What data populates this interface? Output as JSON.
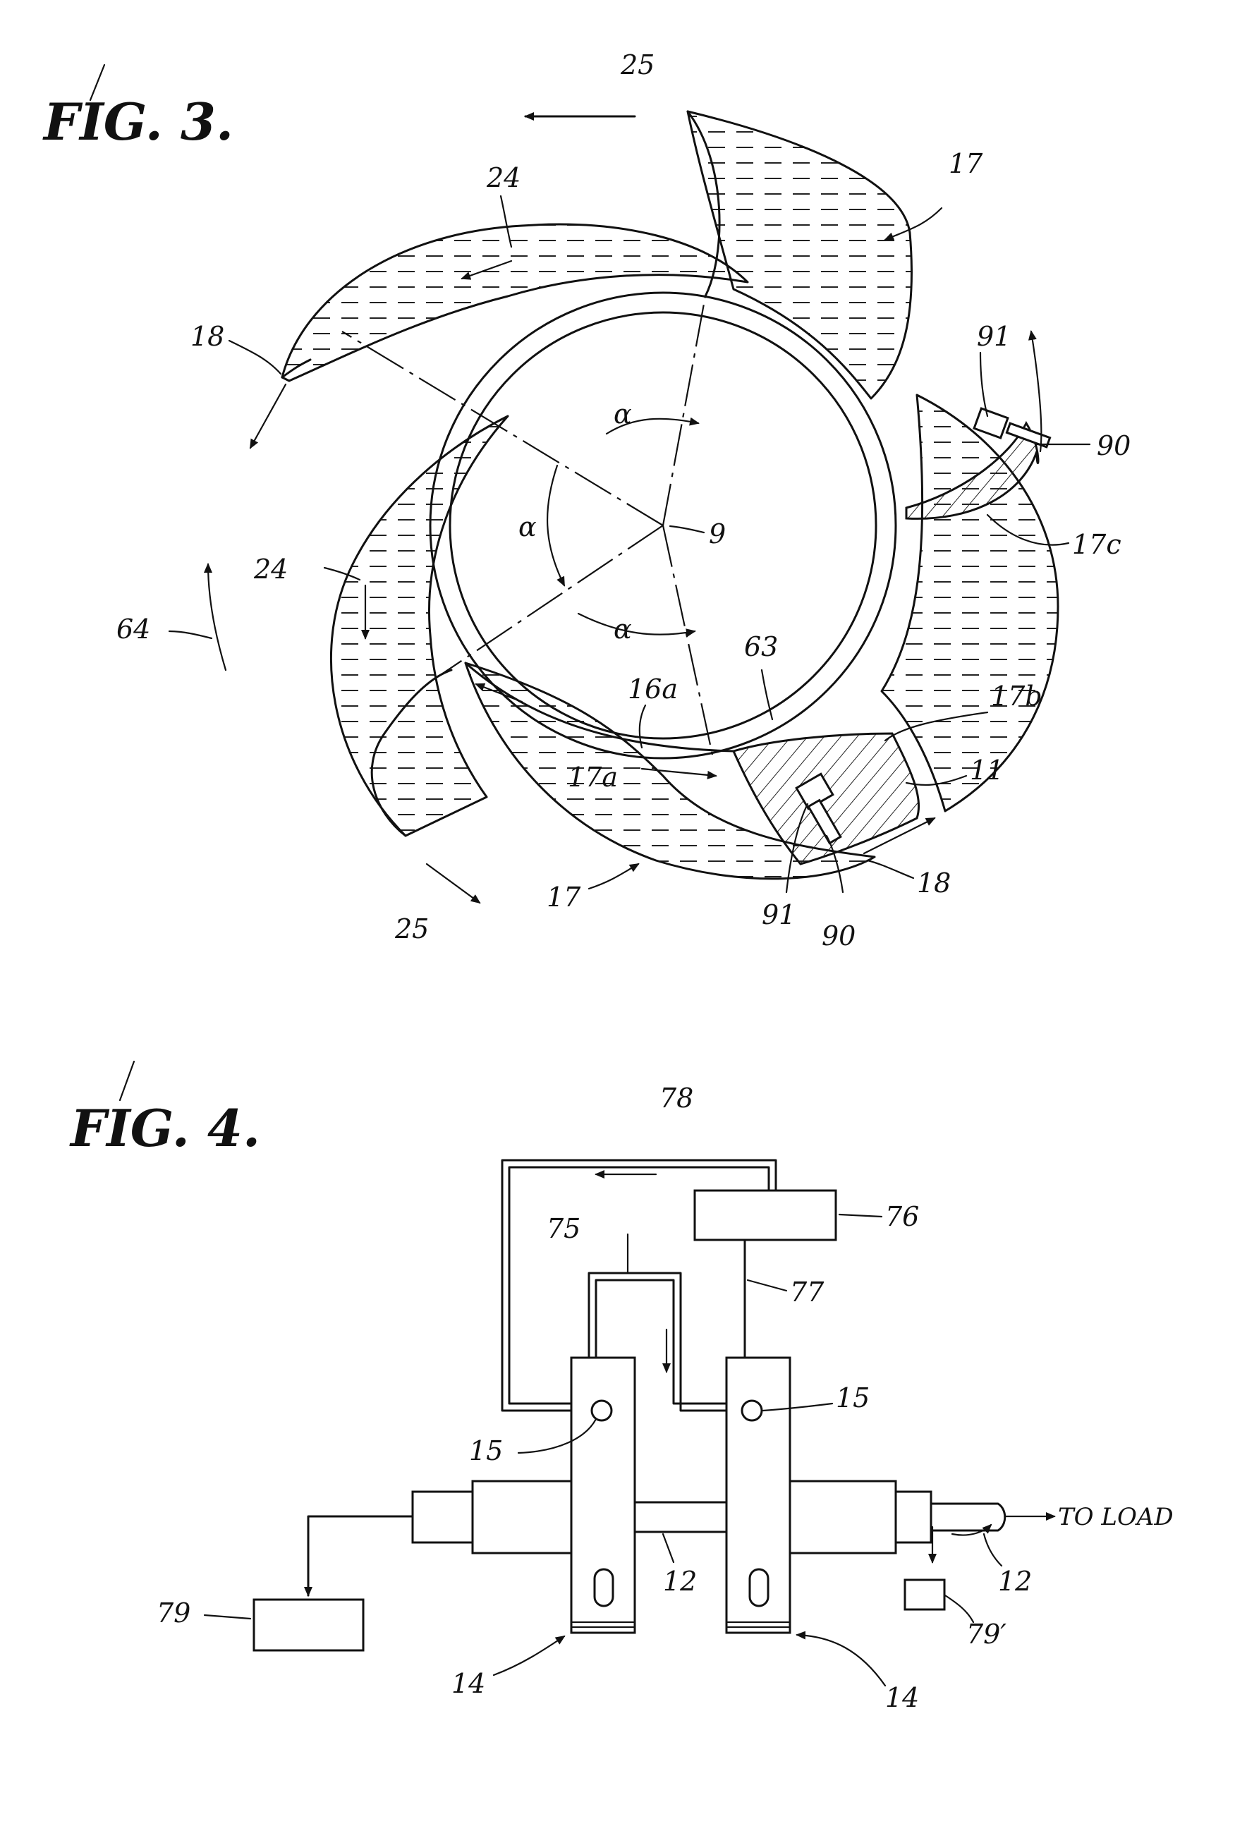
{
  "fig3": {
    "title": "FIG. 3.",
    "labels": {
      "l25_top": "25",
      "l17_top": "17",
      "l24_top": "24",
      "l18_left": "18",
      "l91_right": "91",
      "l90_right": "90",
      "alpha_top": "α",
      "alpha_left": "α",
      "alpha_bottom": "α",
      "l9": "9",
      "l17c": "17c",
      "l64": "64",
      "l24_left": "24",
      "l63": "63",
      "l16a": "16a",
      "l17b": "17b",
      "l17a": "17a",
      "l11": "11",
      "l17_bottom": "17",
      "l18_bottom": "18",
      "l25_bottom": "25",
      "l91_bottom": "91",
      "l90_bottom": "90"
    }
  },
  "fig4": {
    "title": "FIG. 4.",
    "labels": {
      "l78": "78",
      "l76": "76",
      "l75": "75",
      "l77": "77",
      "l15_right": "15",
      "l15_left": "15",
      "to_load": "TO LOAD",
      "l12_center": "12",
      "l12_right": "12",
      "l79_left": "79",
      "l79_right": "79′",
      "l14_left": "14",
      "l14_right": "14"
    }
  }
}
